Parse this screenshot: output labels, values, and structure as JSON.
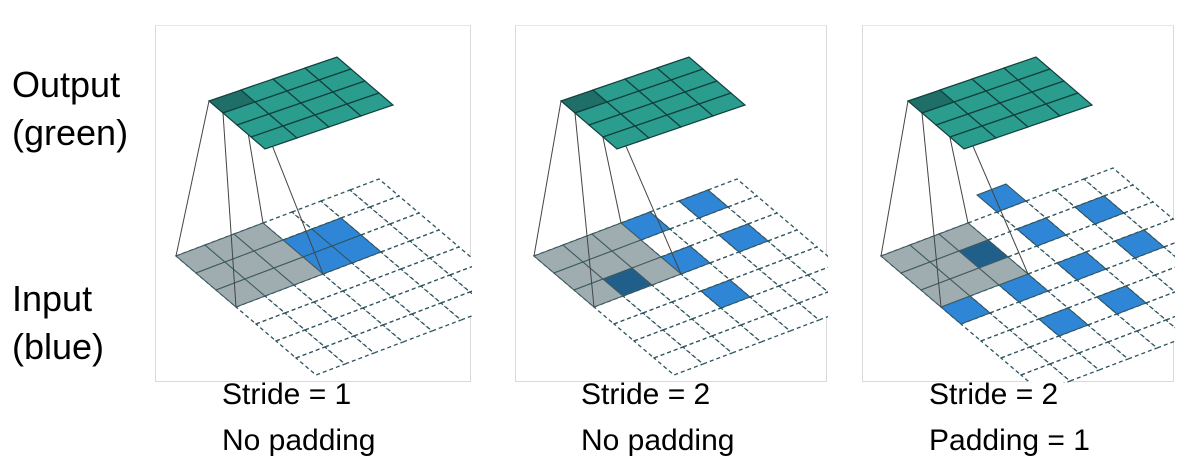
{
  "labels": {
    "output_line1": "Output",
    "output_line2": "(green)",
    "input_line1": "Input",
    "input_line2": "(blue)"
  },
  "panels": [
    {
      "caption_line1": "Stride = 1",
      "caption_line2": "No padding",
      "stride": 1,
      "padding": 0
    },
    {
      "caption_line1": "Stride = 2",
      "caption_line2": "No padding",
      "stride": 2,
      "padding": 0
    },
    {
      "caption_line1": "Stride = 2",
      "caption_line2": "Padding = 1",
      "stride": 2,
      "padding": 1
    }
  ],
  "colors": {
    "output_fill": "#2a9d8f",
    "output_highlight": "#1f6f68",
    "output_line": "#12403c",
    "input_fill": "#2f86d6",
    "input_line": "#2f5560",
    "kernel_fill": "#9aa9ad",
    "kernel_overlap": "#1f5f8a"
  }
}
